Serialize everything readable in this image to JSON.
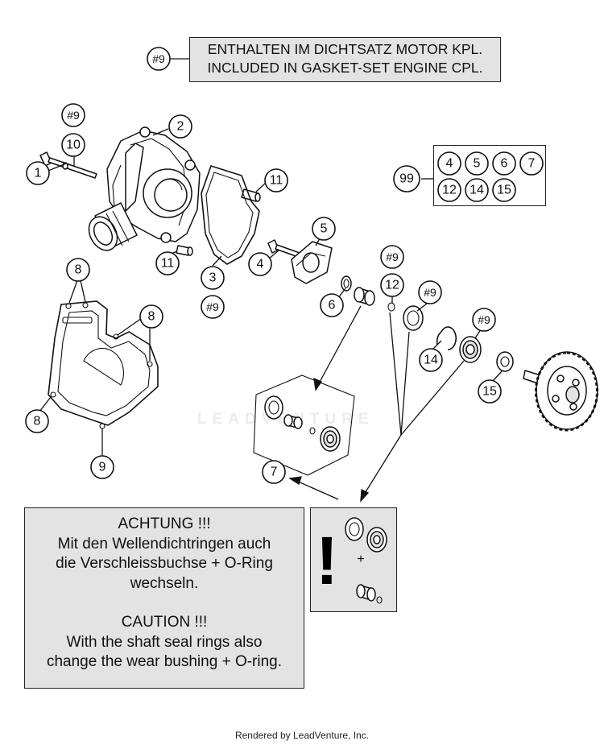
{
  "notes": {
    "gasket_ref": "#9",
    "gasket_de": "ENTHALTEN IM DICHTSATZ MOTOR KPL.",
    "gasket_en": "INCLUDED IN GASKET-SET ENGINE CPL."
  },
  "caution": {
    "de_title": "ACHTUNG !!!",
    "de_line1": "Mit den Wellendichtringen auch",
    "de_line2": "die Verschleissbuchse + O-Ring",
    "de_line3": "wechseln.",
    "en_title": "CAUTION !!!",
    "en_line1": "With the shaft seal rings also",
    "en_line2": "change the wear bushing + O-ring."
  },
  "kit": {
    "ref": "99",
    "items": [
      "4",
      "5",
      "6",
      "7",
      "12",
      "14",
      "15"
    ]
  },
  "seal_box": {
    "exclaim": "!",
    "plus": "+"
  },
  "callouts": {
    "c1": "1",
    "c2": "2",
    "c3": "3",
    "c4": "4",
    "c5": "5",
    "c6": "6",
    "c7": "7",
    "c8a": "8",
    "c8b": "8",
    "c8c": "8",
    "c9": "9",
    "c9r_top": "#9",
    "c9r_gasket": "#9",
    "c9r_12": "#9",
    "c9r_seal": "#9",
    "c9r_bear": "#9",
    "c10": "10",
    "c11a": "11",
    "c11b": "11",
    "c12": "12",
    "c14": "14",
    "c15": "15"
  },
  "watermark": "LEADVENTURE",
  "footer": "Rendered by LeadVenture, Inc."
}
